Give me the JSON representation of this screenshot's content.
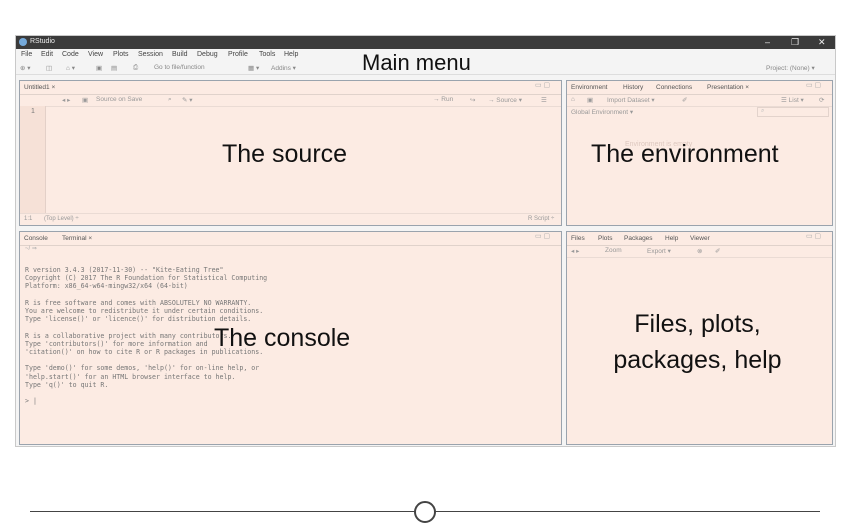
{
  "window": {
    "title": "RStudio",
    "controls": [
      "–",
      "❐",
      "✕"
    ]
  },
  "menu": [
    "File",
    "Edit",
    "Code",
    "View",
    "Plots",
    "Session",
    "Build",
    "Debug",
    "Profile",
    "Tools",
    "Help"
  ],
  "toolbar": {
    "goto_placeholder": "Go to file/function",
    "addins": "Addins ▾",
    "project": "Project: (None) ▾"
  },
  "annotations": {
    "main_menu": "Main menu",
    "source": "The source",
    "environment": "The environment",
    "console": "The console",
    "files_line1": "Files, plots,",
    "files_line2": "packages, help"
  },
  "source_pane": {
    "tab": "Untitled1 ×",
    "source_on_save": "Source on Save",
    "run": "→ Run",
    "source_btn": "→ Source ▾",
    "line_number": "1",
    "status_pos": "1:1",
    "status_level": "(Top Level) ÷",
    "status_type": "R Script ÷"
  },
  "env_pane": {
    "tabs": [
      "Environment",
      "History",
      "Connections",
      "Presentation ×"
    ],
    "import": "Import Dataset ▾",
    "list": "☰ List ▾",
    "scope": "Global Environment ▾",
    "empty": "Environment is empty"
  },
  "console_pane": {
    "tabs": [
      "Console",
      "Terminal ×"
    ],
    "path": "~/ ⇒",
    "text": "R version 3.4.3 (2017-11-30) -- \"Kite-Eating Tree\"\nCopyright (C) 2017 The R Foundation for Statistical Computing\nPlatform: x86_64-w64-mingw32/x64 (64-bit)\n\nR is free software and comes with ABSOLUTELY NO WARRANTY.\nYou are welcome to redistribute it under certain conditions.\nType 'license()' or 'licence()' for distribution details.\n\nR is a collaborative project with many contributors.\nType 'contributors()' for more information and\n'citation()' on how to cite R or R packages in publications.\n\nType 'demo()' for some demos, 'help()' for on-line help, or\n'help.start()' for an HTML browser interface to help.\nType 'q()' to quit R.\n\n> |"
  },
  "files_pane": {
    "tabs": [
      "Files",
      "Plots",
      "Packages",
      "Help",
      "Viewer"
    ],
    "zoom": "Zoom",
    "export": "Export ▾"
  }
}
